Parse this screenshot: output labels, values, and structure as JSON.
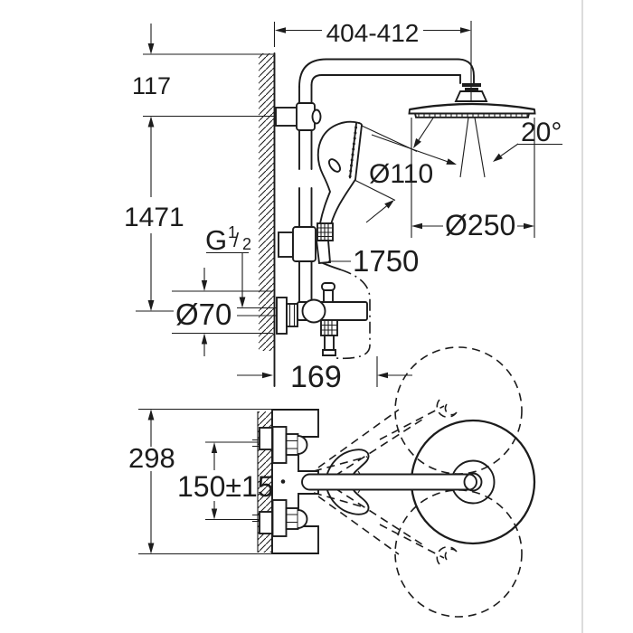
{
  "page": {
    "background": "#ffffff",
    "right_rule_color": "#dcdcdc",
    "line_color": "#1c1c1c"
  },
  "drawing": {
    "kind": "technical-dimension-drawing",
    "labels": {
      "top_width": "404-412",
      "arm_offset": "117",
      "riser_height": "1471",
      "spray_angle": "20°",
      "hand_shower_diameter": "Ø110",
      "head_shower_diameter": "Ø250",
      "thread_letter": "G",
      "thread_numerator": "1",
      "thread_slash": "/",
      "thread_denominator": "2",
      "hose_length": "1750",
      "escutcheon_diameter": "Ø70",
      "projection": "169",
      "plan_overall": "298",
      "supply_spacing": "150±15"
    }
  }
}
